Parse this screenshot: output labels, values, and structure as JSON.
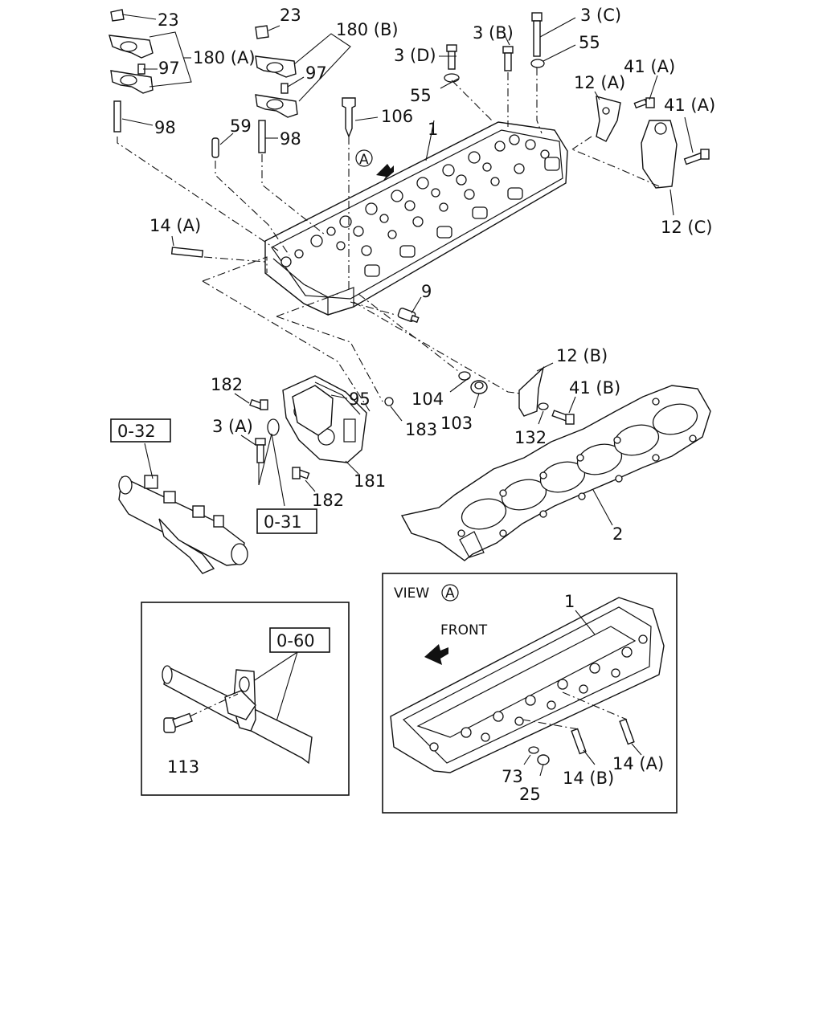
{
  "callouts": {
    "p23a": "23",
    "p23b": "23",
    "p180a": "180 (A)",
    "p180b": "180 (B)",
    "p97a": "97",
    "p97b": "97",
    "p98a": "98",
    "p98b": "98",
    "p59": "59",
    "p106": "106",
    "p1": "1",
    "p3d": "3 (D)",
    "p3b": "3 (B)",
    "p3c": "3 (C)",
    "p55a": "55",
    "p55b": "55",
    "p12a": "12 (A)",
    "p41a1": "41 (A)",
    "p41a2": "41 (A)",
    "p12c": "12 (C)",
    "p14a": "14 (A)",
    "p9": "9",
    "p12b": "12 (B)",
    "p41b": "41 (B)",
    "p132": "132",
    "p104": "104",
    "p103": "103",
    "p182a": "182",
    "p95": "95",
    "p183": "183",
    "p3a": "3 (A)",
    "p181": "181",
    "p182b": "182",
    "p2": "2"
  },
  "references": {
    "ref032": "0-32",
    "ref031": "0-31",
    "ref060": "0-60"
  },
  "inset_fuel_line": {
    "p113": "113"
  },
  "inset_view": {
    "title": "VIEW",
    "marker": "A",
    "front": "FRONT",
    "p1": "1",
    "p73": "73",
    "p25": "25",
    "p14b": "14 (B)",
    "p14a": "14 (A)"
  },
  "view_marker": "A"
}
